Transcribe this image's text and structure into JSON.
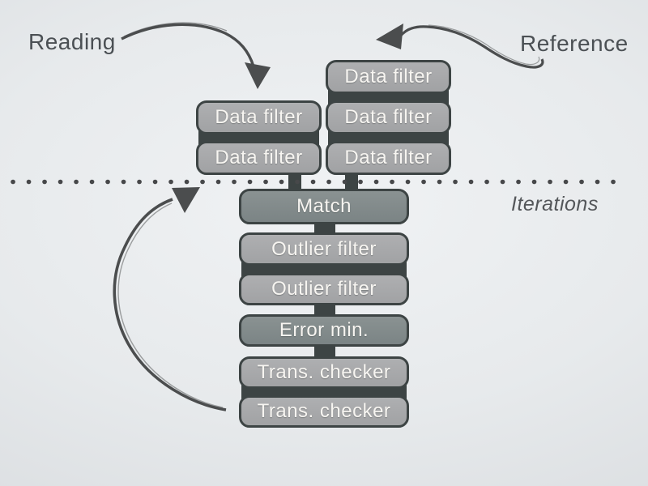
{
  "slide": {
    "labels": {
      "reading": "Reading",
      "reference": "Reference",
      "iterations": "Iterations"
    },
    "reading_stack": {
      "boxes": [
        {
          "label": "Data filter"
        },
        {
          "label": "Data filter"
        }
      ]
    },
    "reference_stack": {
      "boxes": [
        {
          "label": "Data filter"
        },
        {
          "label": "Data filter"
        },
        {
          "label": "Data filter"
        }
      ]
    },
    "pipeline": {
      "boxes": [
        {
          "label": "Match",
          "emphasis": "dark"
        },
        {
          "label": "Outlier filter",
          "emphasis": "light"
        },
        {
          "label": "Outlier filter",
          "emphasis": "light"
        },
        {
          "label": "Error min.",
          "emphasis": "dark"
        },
        {
          "label": "Trans. checker",
          "emphasis": "light"
        },
        {
          "label": "Trans. checker",
          "emphasis": "light"
        }
      ]
    },
    "colors": {
      "box_dark": "#7f8888",
      "box_light": "#a8a8aa",
      "box_border": "#3d4444",
      "box_text": "#f7f5f1",
      "label_text": "#4b5054",
      "arrow": "#4b4d4e",
      "dot": "#47484a"
    }
  }
}
